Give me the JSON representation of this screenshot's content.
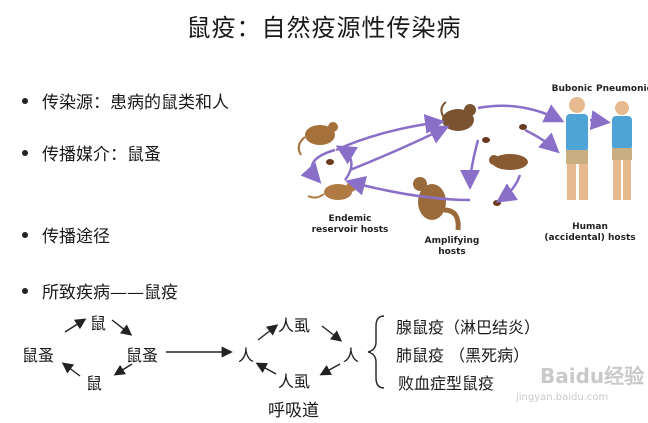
{
  "title": "鼠疫：自然疫源性传染病",
  "bullets": [
    "传染源：患病的鼠类和人",
    "传播媒介：鼠蚤",
    "传播途径",
    "所致疾病——鼠疫"
  ],
  "figure": {
    "labels": {
      "bubonic": "Bubonic",
      "pneumonic": "Pneumonic",
      "endemic": [
        "Endemic",
        "reservoir hosts"
      ],
      "amplifying": [
        "Amplifying",
        "hosts"
      ],
      "human": [
        "Human",
        "(accidental) hosts"
      ]
    },
    "colors": {
      "arrow": "#8a6fc9",
      "rodent": "#a5703a",
      "flea": "#6b3a1e"
    }
  },
  "cycle": {
    "left": {
      "top": "鼠",
      "left": "鼠蚤",
      "right": "鼠蚤",
      "bottom": "鼠"
    },
    "right": {
      "person_left": "人",
      "top": "人虱",
      "person_right": "人",
      "bottom": "人虱"
    },
    "respiratory": "呼吸道"
  },
  "diseases": [
    "腺鼠疫（淋巴结炎）",
    "肺鼠疫 （黑死病）",
    "败血症型鼠疫"
  ],
  "watermark": {
    "brand": "Baidu经验",
    "url": "jingyan.baidu.com"
  }
}
